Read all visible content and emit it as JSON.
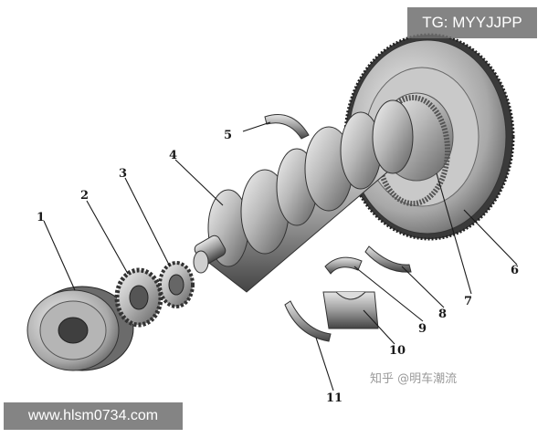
{
  "watermarks": {
    "top_right": "TG: MYYJJPP",
    "bottom_left": "www.hlsm0734.com",
    "bottom_right": "知乎 @明车潮流"
  },
  "callouts": [
    "1",
    "2",
    "3",
    "4",
    "5",
    "6",
    "7",
    "8",
    "9",
    "10",
    "11"
  ]
}
